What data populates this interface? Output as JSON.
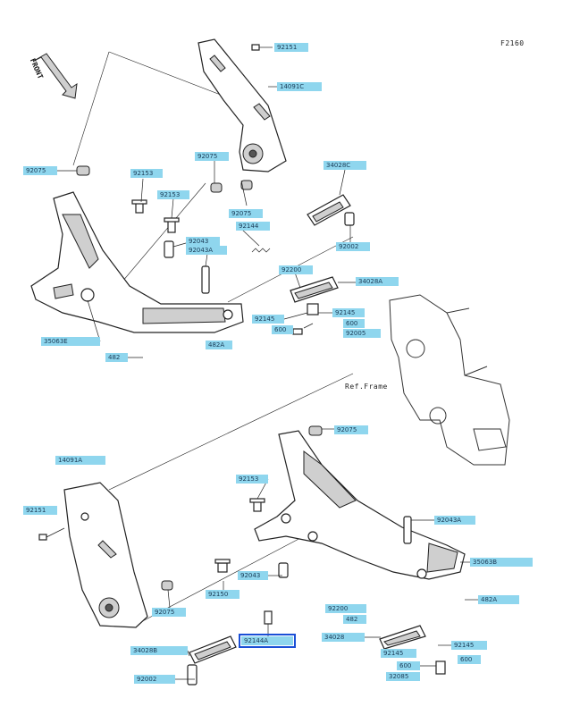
{
  "diagram_code": "F2160",
  "front_label": "FRONT",
  "ref_frame_label": "Ref.Frame",
  "callouts": [
    {
      "label": "92151"
    },
    {
      "label": "14091C"
    },
    {
      "label": "92075"
    },
    {
      "label": "92153"
    },
    {
      "label": "92075"
    },
    {
      "label": "34028C"
    },
    {
      "label": "92153"
    },
    {
      "label": "92075"
    },
    {
      "label": "92144"
    },
    {
      "label": "92043"
    },
    {
      "label": "92043A"
    },
    {
      "label": "92002"
    },
    {
      "label": "92200"
    },
    {
      "label": "34028A"
    },
    {
      "label": "92145"
    },
    {
      "label": "92145"
    },
    {
      "label": "600"
    },
    {
      "label": "600"
    },
    {
      "label": "92005"
    },
    {
      "label": "35063E"
    },
    {
      "label": "482A"
    },
    {
      "label": "482"
    },
    {
      "label": "92075"
    },
    {
      "label": "14091A"
    },
    {
      "label": "92153"
    },
    {
      "label": "92151"
    },
    {
      "label": "92043A"
    },
    {
      "label": "35063B"
    },
    {
      "label": "92043"
    },
    {
      "label": "92150"
    },
    {
      "label": "92075"
    },
    {
      "label": "482A"
    },
    {
      "label": "92200"
    },
    {
      "label": "482"
    },
    {
      "label": "92144A"
    },
    {
      "label": "34028"
    },
    {
      "label": "92145"
    },
    {
      "label": "34028B"
    },
    {
      "label": "92145"
    },
    {
      "label": "600"
    },
    {
      "label": "600"
    },
    {
      "label": "92002"
    },
    {
      "label": "32085"
    }
  ],
  "selected_callout": "92144A"
}
